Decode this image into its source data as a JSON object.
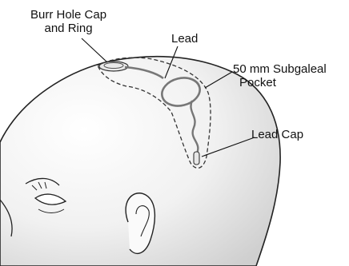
{
  "labels": {
    "burr_hole_line1": "Burr Hole Cap",
    "burr_hole_line2": "and Ring",
    "lead": "Lead",
    "pocket_line1": "50 mm Subgaleal",
    "pocket_line2": "Pocket",
    "lead_cap": "Lead Cap"
  }
}
